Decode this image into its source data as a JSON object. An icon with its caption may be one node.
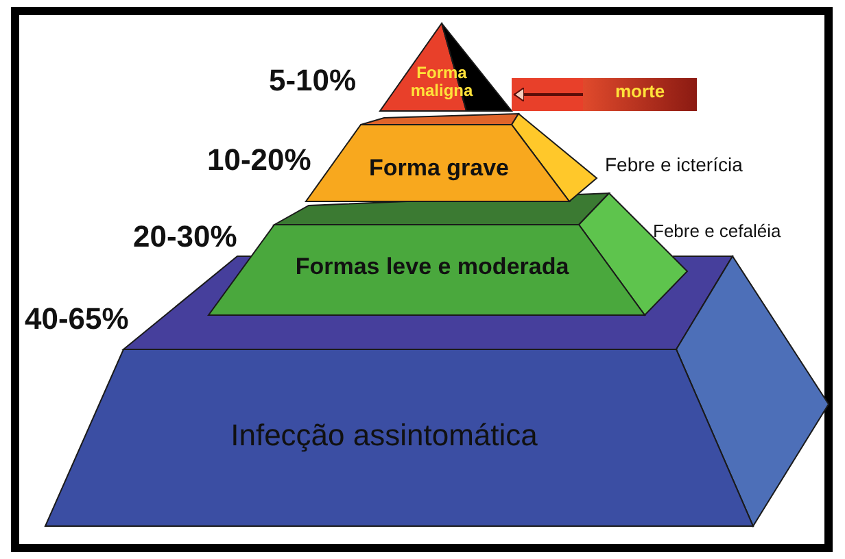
{
  "diagram": {
    "nodes": [
      {
        "text": [
          "Forma maligna"
        ],
        "beside": [
          "5-10%"
        ]
      },
      {
        "text": [
          "Forma grave"
        ],
        "beside": [
          "10-20%",
          "Febre e icterícia"
        ]
      },
      {
        "text": [
          "Formas leve e moderada"
        ],
        "beside": [
          "20-30%",
          "Febre e cefaléia"
        ]
      },
      {
        "text": [
          "Infecção assintomática"
        ],
        "beside": [
          "40-65%"
        ]
      },
      {
        "text": [
          "morte"
        ]
      }
    ],
    "edges": [
      {
        "from": 4,
        "to": 0,
        "arrow": "to"
      }
    ]
  }
}
